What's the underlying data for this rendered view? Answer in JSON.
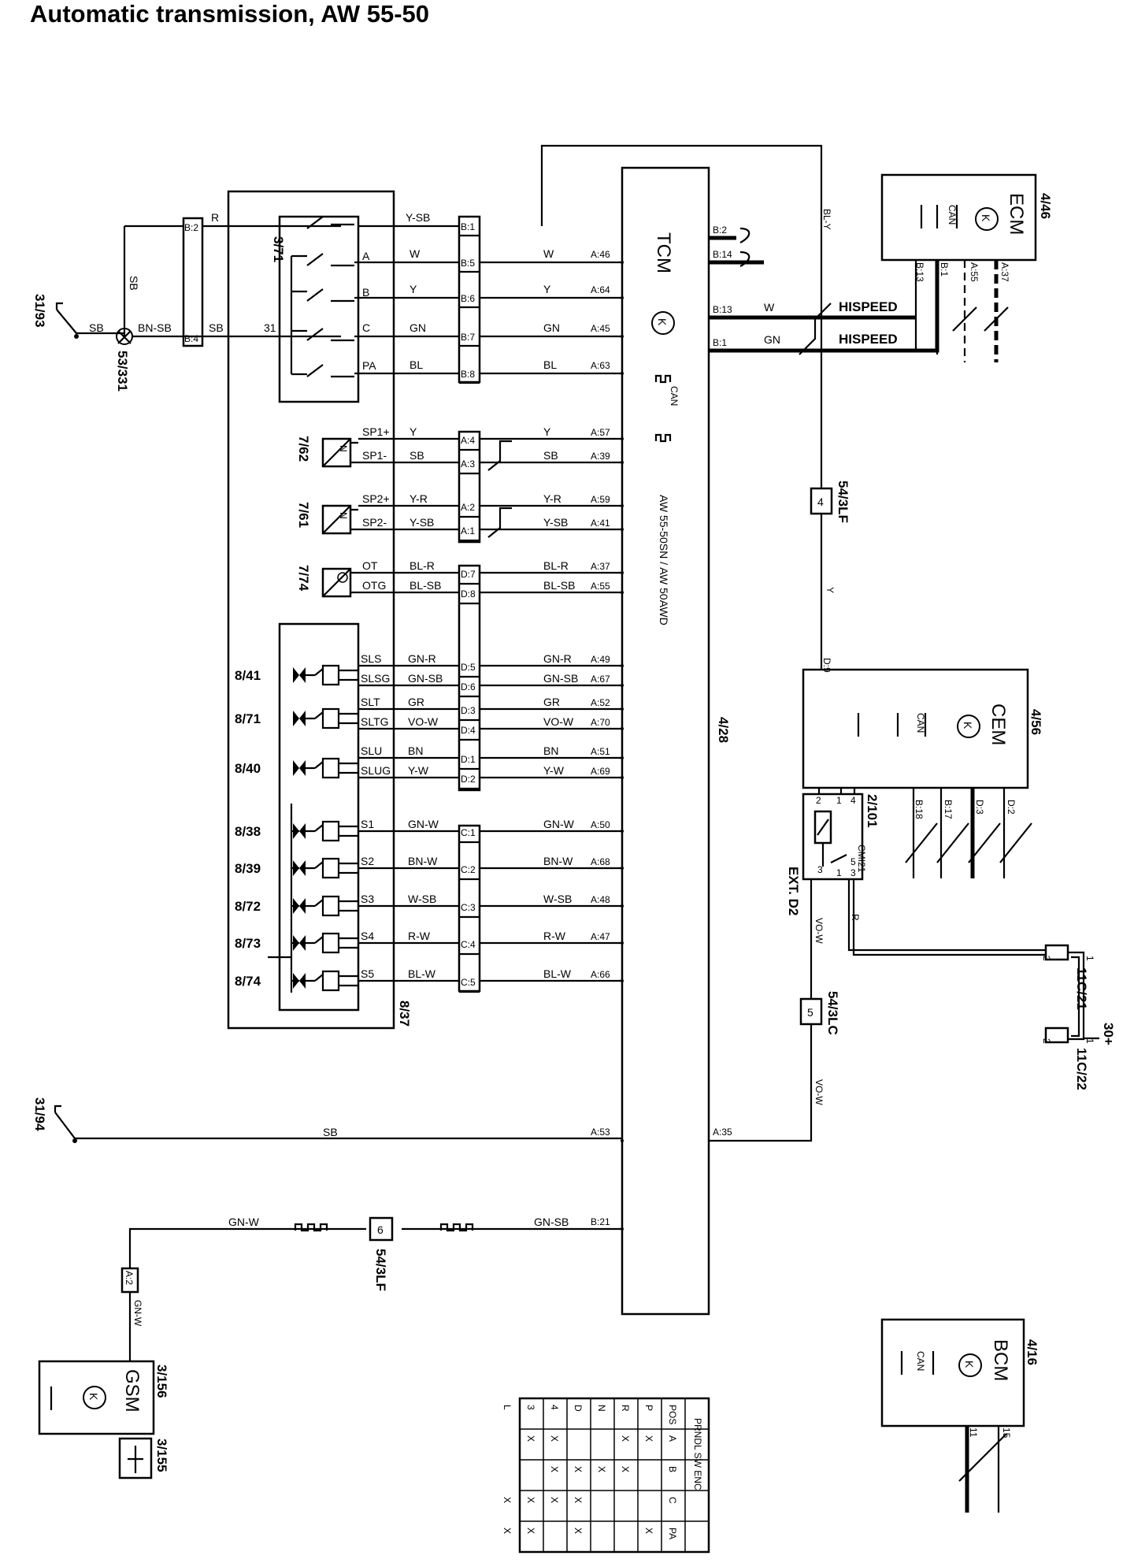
{
  "title": "Automatic transmission, AW 55-50",
  "modules": {
    "tcm": {
      "name": "TCM",
      "ref": "4/28",
      "variant": "AW 55-50SN / AW 50AWD"
    },
    "ecm": {
      "name": "ECM",
      "ref": "4/46"
    },
    "cem": {
      "name": "CEM",
      "ref": "4/56"
    },
    "bcm": {
      "name": "BCM",
      "ref": "4/16"
    },
    "gsm": {
      "name": "GSM",
      "ref": "3/156"
    },
    "k": "K",
    "can": "CAN"
  },
  "components": {
    "gear_switch": "3/71",
    "sensor_1": "7/62",
    "sensor_2": "7/61",
    "temp_sensor": "7/74",
    "valve_body": "8/37",
    "ground_1": "31/93",
    "ground_2": "31/94",
    "splice": "53/331",
    "sw_315": "3/155",
    "relay": "2/101",
    "relay_sub": "CMI21",
    "ext": "EXT. D2",
    "c1121": "11C/21",
    "c1122": "11C/22",
    "supply": "30+",
    "lf1": "54/3LF",
    "lf2": "54/3LF",
    "lc": "54/3LC"
  },
  "solenoids": [
    "8/41",
    "8/71",
    "8/40",
    "8/38",
    "8/39",
    "8/72",
    "8/73",
    "8/74"
  ],
  "connectors": {
    "b": [
      "B:2",
      "B:4"
    ],
    "sw": [
      "B:1",
      "B:5",
      "B:6",
      "B:7",
      "B:8"
    ],
    "sp": [
      "A:4",
      "A:3",
      "A:2",
      "A:1"
    ],
    "d": [
      "D:7",
      "D:8",
      "D:5",
      "D:6",
      "D:3",
      "D:4",
      "D:1",
      "D:2"
    ],
    "c": [
      "C:1",
      "C:2",
      "C:3",
      "C:4",
      "C:5"
    ],
    "lf_4": "4",
    "lc_5": "5",
    "lf_6": "6",
    "gsm_a2": "A:2"
  },
  "tcm_pins": {
    "left": [
      "A:46",
      "A:64",
      "A:45",
      "A:63",
      "A:57",
      "A:39",
      "A:59",
      "A:41",
      "A:37",
      "A:55",
      "A:49",
      "A:67",
      "A:52",
      "A:70",
      "A:51",
      "A:69",
      "A:50",
      "A:68",
      "A:48",
      "A:47",
      "A:66",
      "A:53",
      "B:21"
    ],
    "right": [
      "B:2",
      "B:14",
      "B:13",
      "B:1",
      "A:35"
    ]
  },
  "pin_labels": {
    "sw": [
      "A",
      "B",
      "C",
      "PA"
    ],
    "sw_31": "31",
    "sp": [
      "SP1+",
      "SP1-",
      "SP2+",
      "SP2-"
    ],
    "temp": [
      "OT",
      "OTG"
    ],
    "sol": [
      "SLS",
      "SLSG",
      "SLT",
      "SLTG",
      "SLU",
      "SLUG",
      "S1",
      "S2",
      "S3",
      "S4",
      "S5"
    ],
    "ecm": [
      "B:13",
      "B:1",
      "A:55",
      "A:37"
    ],
    "cem": [
      "B:18",
      "B:17",
      "D:3",
      "D:2"
    ],
    "cem_d9": "D:9",
    "bcm": [
      "11",
      "15"
    ],
    "relay": [
      "2",
      "1",
      "4",
      "3",
      "1",
      "5",
      "3"
    ],
    "c1121": [
      "2",
      "1"
    ],
    "c1122": [
      "2",
      "1"
    ]
  },
  "wires": {
    "top": [
      "R",
      "SB",
      "SB",
      "BN-SB",
      "SB",
      "Y-SB"
    ],
    "sw_left": [
      "W",
      "Y",
      "GN",
      "BL"
    ],
    "sw_right": [
      "W",
      "Y",
      "GN",
      "BL"
    ],
    "sp_left": [
      "Y",
      "SB",
      "Y-R",
      "Y-SB"
    ],
    "sp_right": [
      "Y",
      "SB",
      "Y-R",
      "Y-SB"
    ],
    "temp_left": [
      "BL-R",
      "BL-SB"
    ],
    "temp_right": [
      "BL-R",
      "BL-SB"
    ],
    "sol_left": [
      "GN-R",
      "GN-SB",
      "GR",
      "VO-W",
      "BN",
      "Y-W",
      "GN-W",
      "BN-W",
      "W-SB",
      "R-W",
      "BL-W"
    ],
    "sol_right": [
      "GN-R",
      "GN-SB",
      "GR",
      "VO-W",
      "BN",
      "Y-W",
      "GN-W",
      "BN-W",
      "W-SB",
      "R-W",
      "BL-W"
    ],
    "bly": "BL-Y",
    "hispeed": [
      "W",
      "GN"
    ],
    "y": "Y",
    "vow1": "VO-W",
    "vow2": "VO-W",
    "r": "R",
    "bottom": [
      "SB",
      "GN-W",
      "GN-SB",
      "GN-W"
    ]
  },
  "hispeed_label": "HISPEED",
  "enc_table": {
    "title": "PRNDL SW ENC",
    "columns": [
      "POS",
      "A",
      "B",
      "C",
      "PA"
    ],
    "rows": [
      [
        "P",
        "X",
        "",
        "",
        "X"
      ],
      [
        "R",
        "X",
        "X",
        "",
        ""
      ],
      [
        "N",
        "",
        "X",
        "",
        ""
      ],
      [
        "D",
        "",
        "X",
        "X",
        "X"
      ],
      [
        "4",
        "X",
        "X",
        "X",
        ""
      ],
      [
        "3",
        "X",
        "",
        "X",
        "X"
      ],
      [
        "L",
        "",
        "",
        "X",
        "X"
      ]
    ]
  }
}
